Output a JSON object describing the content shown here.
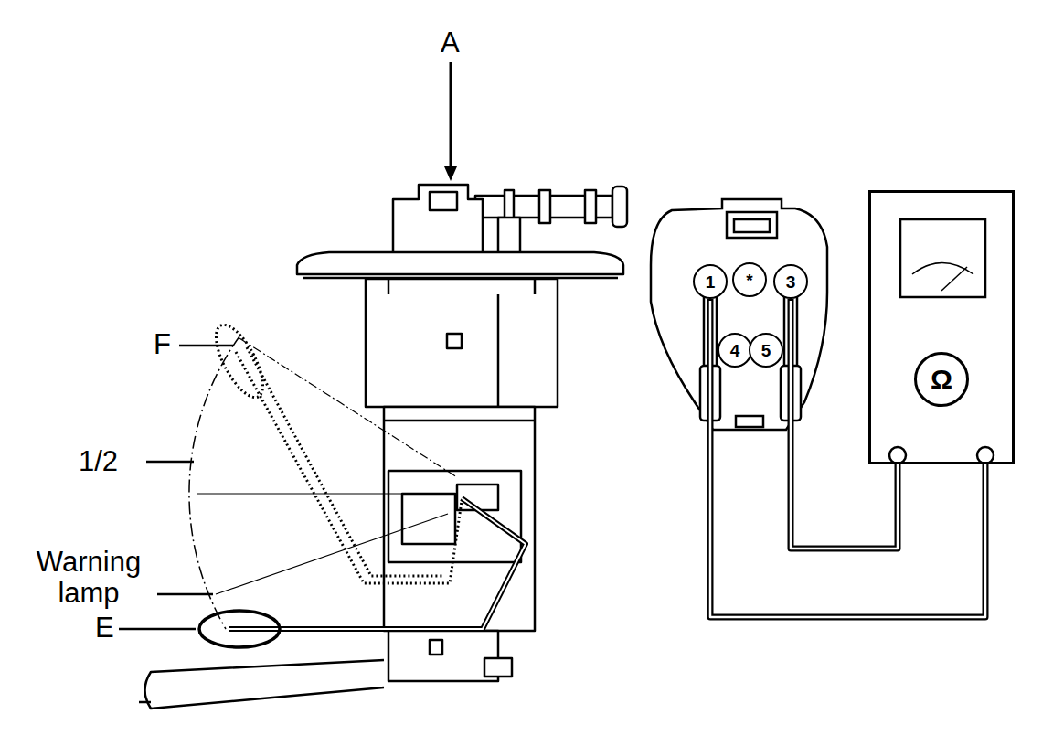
{
  "diagram": {
    "nodes": [
      {
        "text": [
          "1"
        ]
      },
      {
        "text": [
          "*"
        ]
      },
      {
        "text": [
          "3"
        ]
      },
      {
        "text": [
          "4"
        ]
      },
      {
        "text": [
          "5"
        ]
      },
      {
        "text": [
          "Ω"
        ]
      }
    ],
    "edges": [
      {
        "from": 0,
        "to": 5,
        "arrow": "none"
      },
      {
        "from": 2,
        "to": 5,
        "arrow": "none"
      }
    ],
    "labels": [
      "A",
      "F",
      "1/2",
      "Warning lamp",
      "E"
    ]
  }
}
